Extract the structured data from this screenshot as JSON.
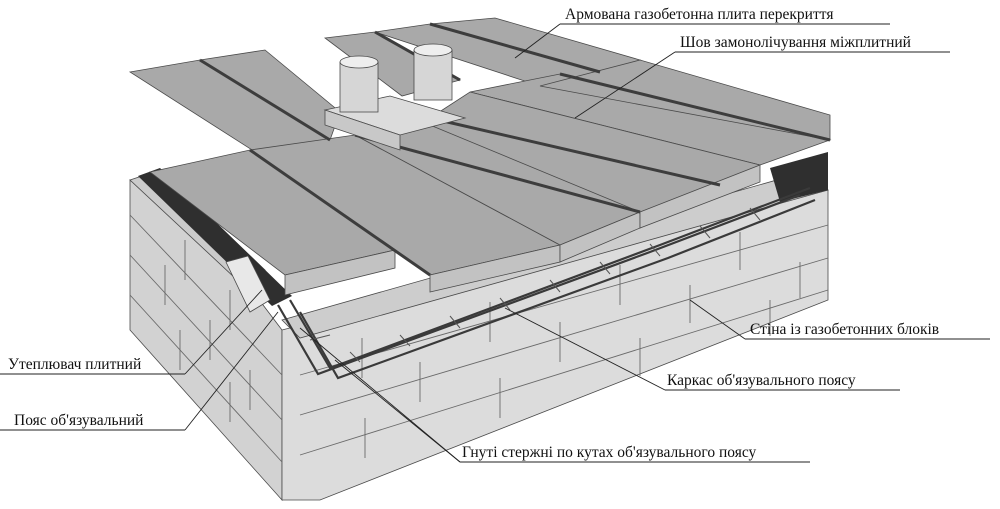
{
  "labels": {
    "slab": "Армована газобетонна плита перекриття",
    "seam": "Шов замонолічування міжплитний",
    "wall": "Стіна із газобетонних блоків",
    "frame": "Каркас об'язувального поясу",
    "insulation": "Утеплювач плитний",
    "belt": "Пояс об'язувальний",
    "bent_bars": "Гнуті стержні по кутах об'язувального поясу"
  },
  "colors": {
    "slab_top": "#a9a9a9",
    "slab_side": "#c2c2c2",
    "block_front": "#dedede",
    "block_top": "#cfcfcf",
    "block_side": "#c4c4c4",
    "seam": "#3d3d3d",
    "background": "#ffffff"
  }
}
